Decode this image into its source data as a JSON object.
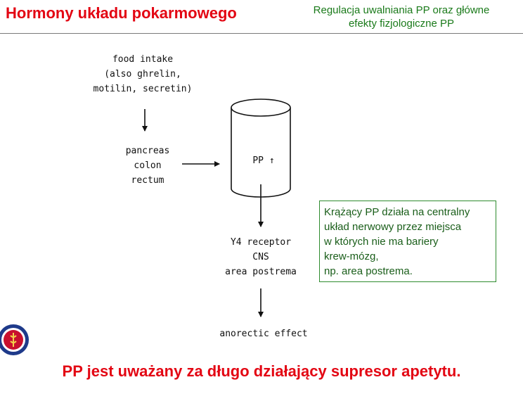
{
  "header": {
    "title": "Hormony układu pokarmowego",
    "subtitle_lines": [
      "Regulacja uwalniania PP oraz główne",
      "efekty fizjologiczne PP"
    ]
  },
  "diagram": {
    "food_intake": [
      "food intake",
      "(also ghrelin,",
      "motilin, secretin)"
    ],
    "organs": [
      "pancreas",
      "colon",
      "rectum"
    ],
    "cylinder_label": "PP ↑",
    "targets": [
      "Y4 receptor",
      "CNS",
      "area postrema"
    ],
    "effect": "anorectic effect"
  },
  "note": {
    "lines": [
      "Krążący PP działa na centralny",
      "układ nerwowy przez miejsca",
      "w których nie ma bariery",
      "krew-mózg,",
      "np. area postrema."
    ]
  },
  "footer": {
    "statement": "PP jest uważany za długo działający supresor apetytu."
  },
  "colors": {
    "title_red": "#e30613",
    "subtitle_green": "#1a7a1a",
    "note_border": "#2e8b2e",
    "seal_blue": "#1e3a8a"
  },
  "icons": [
    "university-seal-icon"
  ]
}
